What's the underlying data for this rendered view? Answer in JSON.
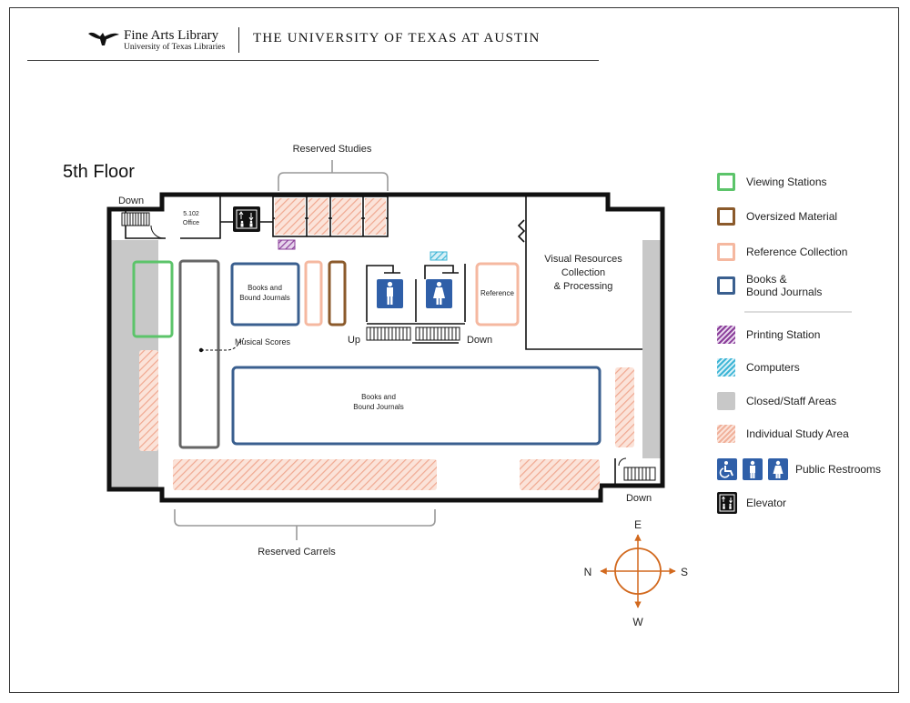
{
  "header": {
    "library_name": "Fine Arts Library",
    "library_sub": "University of Texas Libraries",
    "university": "THE UNIVERSITY OF TEXAS AT AUSTIN"
  },
  "map": {
    "floor_title": "5th Floor",
    "labels": {
      "reserved_studies": "Reserved Studies",
      "reserved_carrels": "Reserved Carrels",
      "down_top_left": "Down",
      "down_bottom_right": "Down",
      "office_number": "5.102",
      "office_name": "Office",
      "books_small_1": "Books and",
      "books_small_2": "Bound Journals",
      "books_large_1": "Books and",
      "books_large_2": "Bound Journals",
      "musical_scores": "Musical Scores",
      "reference": "Reference",
      "visual_1": "Visual Resources",
      "visual_2": "Collection",
      "visual_3": "& Processing",
      "up": "Up",
      "down_center": "Down"
    },
    "compass": {
      "north": "N",
      "south": "S",
      "east": "E",
      "west": "W"
    }
  },
  "legend": {
    "items": [
      {
        "label": "Viewing Stations",
        "color": "#5cc46a",
        "style": "outline"
      },
      {
        "label": "Oversized Material",
        "color": "#8b5a2b",
        "style": "outline"
      },
      {
        "label": "Reference Collection",
        "color": "#f5b8a0",
        "style": "outline"
      },
      {
        "label": "Books &\nBound Journals",
        "color": "#3a5f8f",
        "style": "outline"
      },
      {
        "label": "Printing Station",
        "color": "#8a3d99",
        "style": "hatch"
      },
      {
        "label": "Computers",
        "color": "#3db5d6",
        "style": "hatch"
      },
      {
        "label": "Closed/Staff Areas",
        "color": "#c8c8c8",
        "style": "solid"
      },
      {
        "label": "Individual Study Area",
        "color": "#f0b09a",
        "style": "hatch"
      }
    ],
    "restrooms_label": "Public Restrooms",
    "elevator_label": "Elevator"
  },
  "colors": {
    "wall": "#111111",
    "staff": "#c8c8c8",
    "restroom_blue": "#2f5fa8",
    "compass": "#d2691e"
  }
}
